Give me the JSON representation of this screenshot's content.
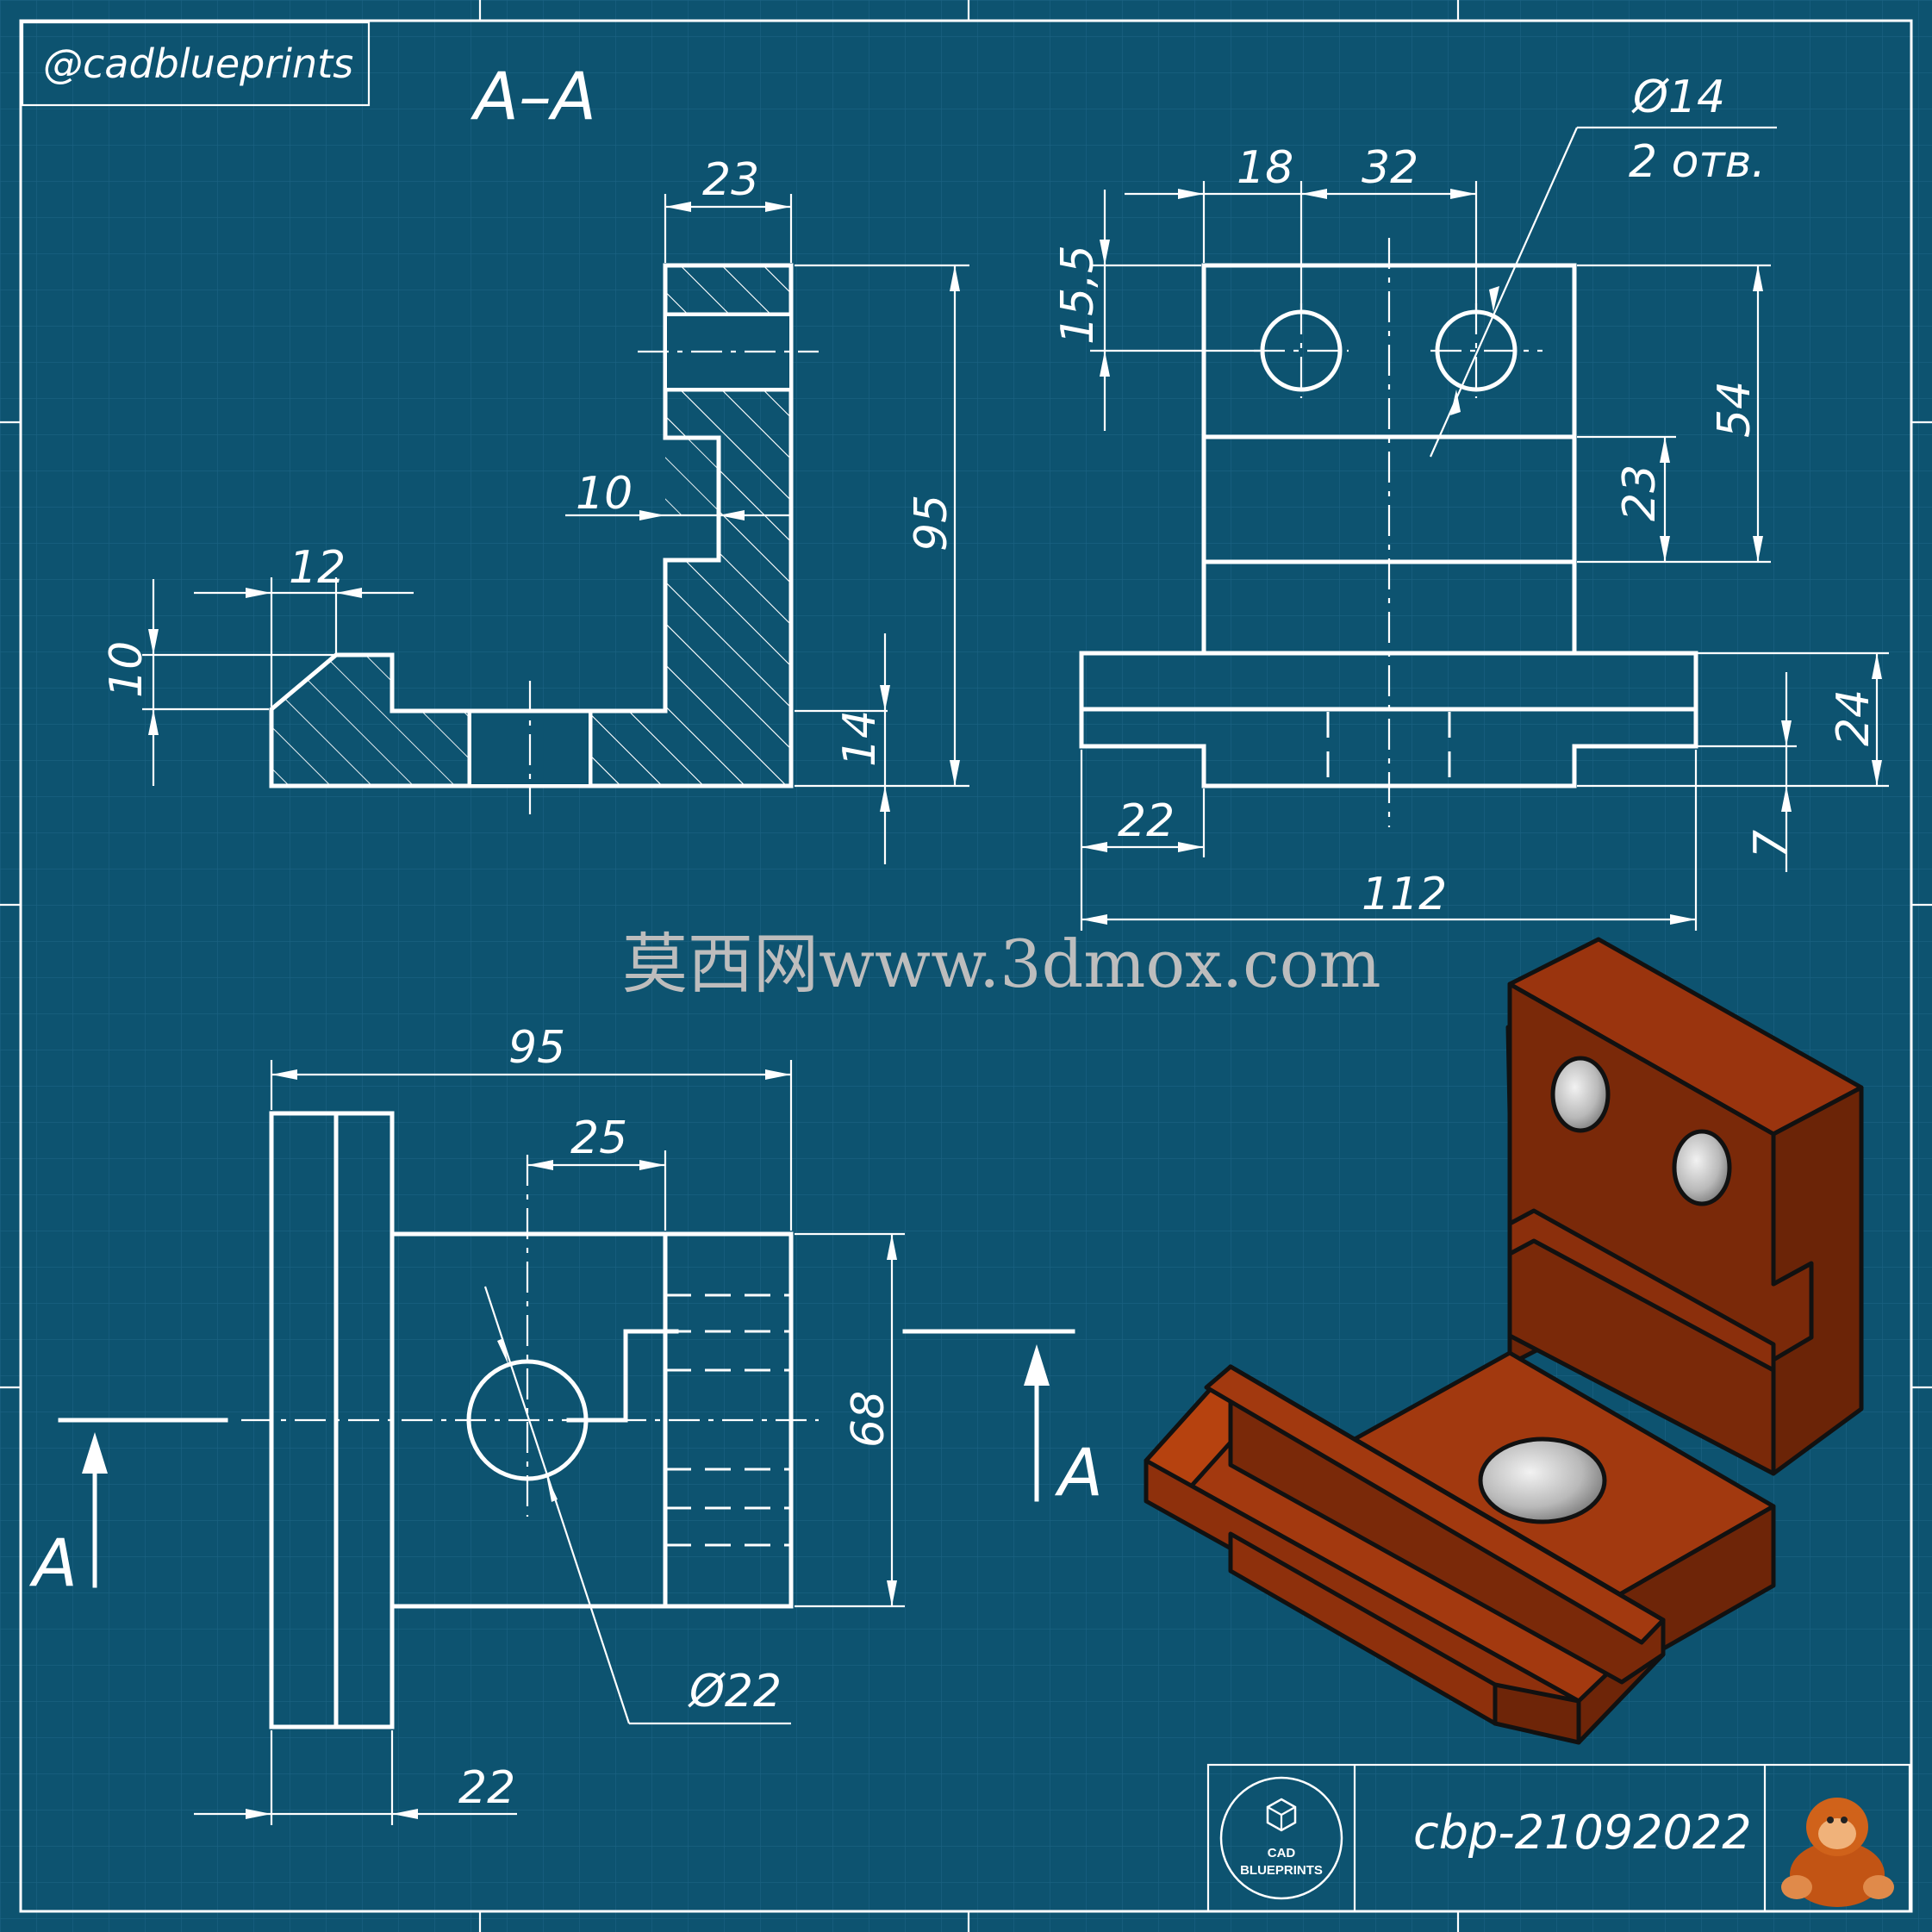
{
  "sheet": {
    "handle": "@cadblueprints",
    "section_title": "A–A",
    "watermark": "莫西网www.3dmox.com",
    "drawing_code": "cbp-21092022",
    "logo_line1": "CAD",
    "logo_line2": "BLUEPRINTS"
  },
  "section_view": {
    "dim_top_width": "23",
    "dim_height": "95",
    "dim_slot_depth": "10",
    "dim_lip_width": "12",
    "dim_lip_height": "10",
    "dim_base_height": "14"
  },
  "front_view": {
    "dim_hole_offset": "18",
    "dim_hole_spacing": "32",
    "hole_callout_diameter": "Ø14",
    "hole_callout_count": "2 отв.",
    "dim_hole_vertical": "15,5",
    "dim_upper_height": "54",
    "dim_mid_height": "23",
    "dim_base_height": "24",
    "dim_groove_depth": "7",
    "dim_groove_width": "22",
    "dim_total_width": "112"
  },
  "top_view": {
    "dim_depth": "95",
    "dim_hole_offset": "25",
    "dim_width": "68",
    "hole_diameter": "Ø22",
    "dim_lip": "22",
    "section_label_left": "A",
    "section_label_right": "A"
  },
  "colors": {
    "background": "#0d5370",
    "line": "#ffffff",
    "part_face_top": "#a2390f",
    "part_face_side": "#6e2508",
    "part_face_front": "#8e300c"
  }
}
